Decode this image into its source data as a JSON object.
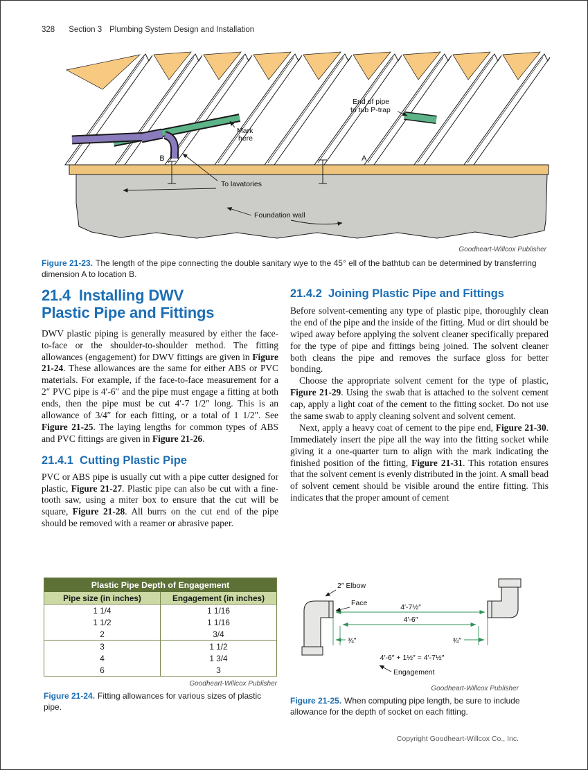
{
  "page": {
    "number": "328",
    "section_label": "Section 3",
    "section_title": "Plumbing System Design and Installation",
    "copyright": "Copyright Goodheart-Willcox Co., Inc."
  },
  "colors": {
    "heading_blue": "#1c6eb4",
    "table_title_green": "#5d7036",
    "table_header_green": "#ccd9a4",
    "sheathing_orange": "#f8c981",
    "sill_tan": "#efc57d",
    "foundation_gray": "#cccdc8",
    "pipe_green": "#5cb488",
    "pipe_purple": "#8a7bbd",
    "dimension_green": "#2f9358"
  },
  "figure_23": {
    "labels": {
      "end_of_pipe_line1": "End of pipe",
      "end_of_pipe_line2": "to tub P-trap",
      "mark_line1": "Mark",
      "mark_line2": "here",
      "point_a": "A",
      "point_b": "B",
      "to_lavatories": "To lavatories",
      "foundation_wall": "Foundation wall"
    },
    "credit": "Goodheart-Willcox Publisher",
    "caption_lead": "Figure 21-23.",
    "caption_text": "The length of the pipe connecting the double sanitary wye to the 45° ell of the bathtub can be determined by transferring dimension A to location B."
  },
  "sections": {
    "s21_4": {
      "heading_line1": "21.4  Installing DWV",
      "heading_line2": "Plastic Pipe and Fittings",
      "paragraph": [
        {
          "t": "DWV plastic piping is generally measured by either the face-to-face or the shoulder-to-shoulder method. The fitting allowances (engagement) for DWV fittings are given in "
        },
        {
          "t": "Figure 21-24",
          "b": true
        },
        {
          "t": ". These allowances are the same for either ABS or PVC materials. For example, if the face-to-face measurement for a 2″ PVC pipe is 4′-6″ and the pipe must engage a fitting at both ends, then the pipe must be cut 4′-7 1/2″ long. This is an allowance of 3/4″ for each fitting, or a total of 1 1/2″. See "
        },
        {
          "t": "Figure 21-25",
          "b": true
        },
        {
          "t": ". The laying lengths for common types of ABS and PVC fittings are given in "
        },
        {
          "t": "Figure 21-26",
          "b": true
        },
        {
          "t": "."
        }
      ]
    },
    "s21_4_1": {
      "heading": "21.4.1  Cutting Plastic Pipe",
      "paragraph": [
        {
          "t": "PVC or ABS pipe is usually cut with a pipe cutter designed for plastic, "
        },
        {
          "t": "Figure 21-27",
          "b": true
        },
        {
          "t": ". Plastic pipe can also be cut with a fine-tooth saw, using a miter box to ensure that the cut will be square, "
        },
        {
          "t": "Figure 21-28",
          "b": true
        },
        {
          "t": ". All burrs on the cut end of the pipe should be removed with a reamer or abrasive paper."
        }
      ]
    },
    "s21_4_2": {
      "heading": "21.4.2  Joining Plastic Pipe and Fittings",
      "paragraphs": [
        [
          {
            "t": "Before solvent-cementing any type of plastic pipe, thoroughly clean the end of the pipe and the inside of the fitting. Mud or dirt should be wiped away before applying the solvent cleaner specifically prepared for the type of pipe and fittings being joined. The solvent cleaner both cleans the pipe and removes the surface gloss for better bonding."
          }
        ],
        [
          {
            "t": "Choose the appropriate solvent cement for the type of plastic, "
          },
          {
            "t": "Figure 21-29",
            "b": true
          },
          {
            "t": ". Using the swab that is attached to the solvent cement cap, apply a light coat of the cement to the fitting socket. Do not use the same swab to apply cleaning solvent and solvent cement."
          }
        ],
        [
          {
            "t": "Next, apply a heavy coat of cement to the pipe end, "
          },
          {
            "t": "Figure 21-30",
            "b": true
          },
          {
            "t": ". Immediately insert the pipe all the way into the fitting socket while giving it a one-quarter turn to align with the mark indicating the finished position of the fitting, "
          },
          {
            "t": "Figure 21-31",
            "b": true
          },
          {
            "t": ". This rotation ensures that the solvent cement is evenly distributed in the joint. A small bead of solvent cement should be visible around the entire fitting. This indicates that the proper amount of cement"
          }
        ]
      ]
    }
  },
  "figure_24": {
    "table": {
      "title": "Plastic Pipe Depth of Engagement",
      "headers": [
        "Pipe size (in inches)",
        "Engagement (in inches)"
      ],
      "rows": [
        [
          "1 1/4",
          "1 1/16"
        ],
        [
          "1 1/2",
          "1 1/16"
        ],
        [
          "2",
          "3/4"
        ],
        [
          "3",
          "1 1/2"
        ],
        [
          "4",
          "1 3/4"
        ],
        [
          "6",
          "3"
        ]
      ]
    },
    "credit": "Goodheart-Willcox Publisher",
    "caption_lead": "Figure 21-24.",
    "caption_text": "Fitting allowances for various sizes of plastic pipe."
  },
  "figure_25": {
    "labels": {
      "elbow": "2″ Elbow",
      "face": "Face",
      "dim_total": "4′-7½″",
      "dim_pipe": "4′-6″",
      "engagement_left": "¾″",
      "engagement_right": "¾″",
      "formula": "4′-6″ + 1½″ = 4′-7½″",
      "engagement": "Engagement"
    },
    "credit": "Goodheart-Willcox Publisher",
    "caption_lead": "Figure 21-25.",
    "caption_text": "When computing pipe length, be sure to include allowance for the depth of socket on each fitting."
  }
}
